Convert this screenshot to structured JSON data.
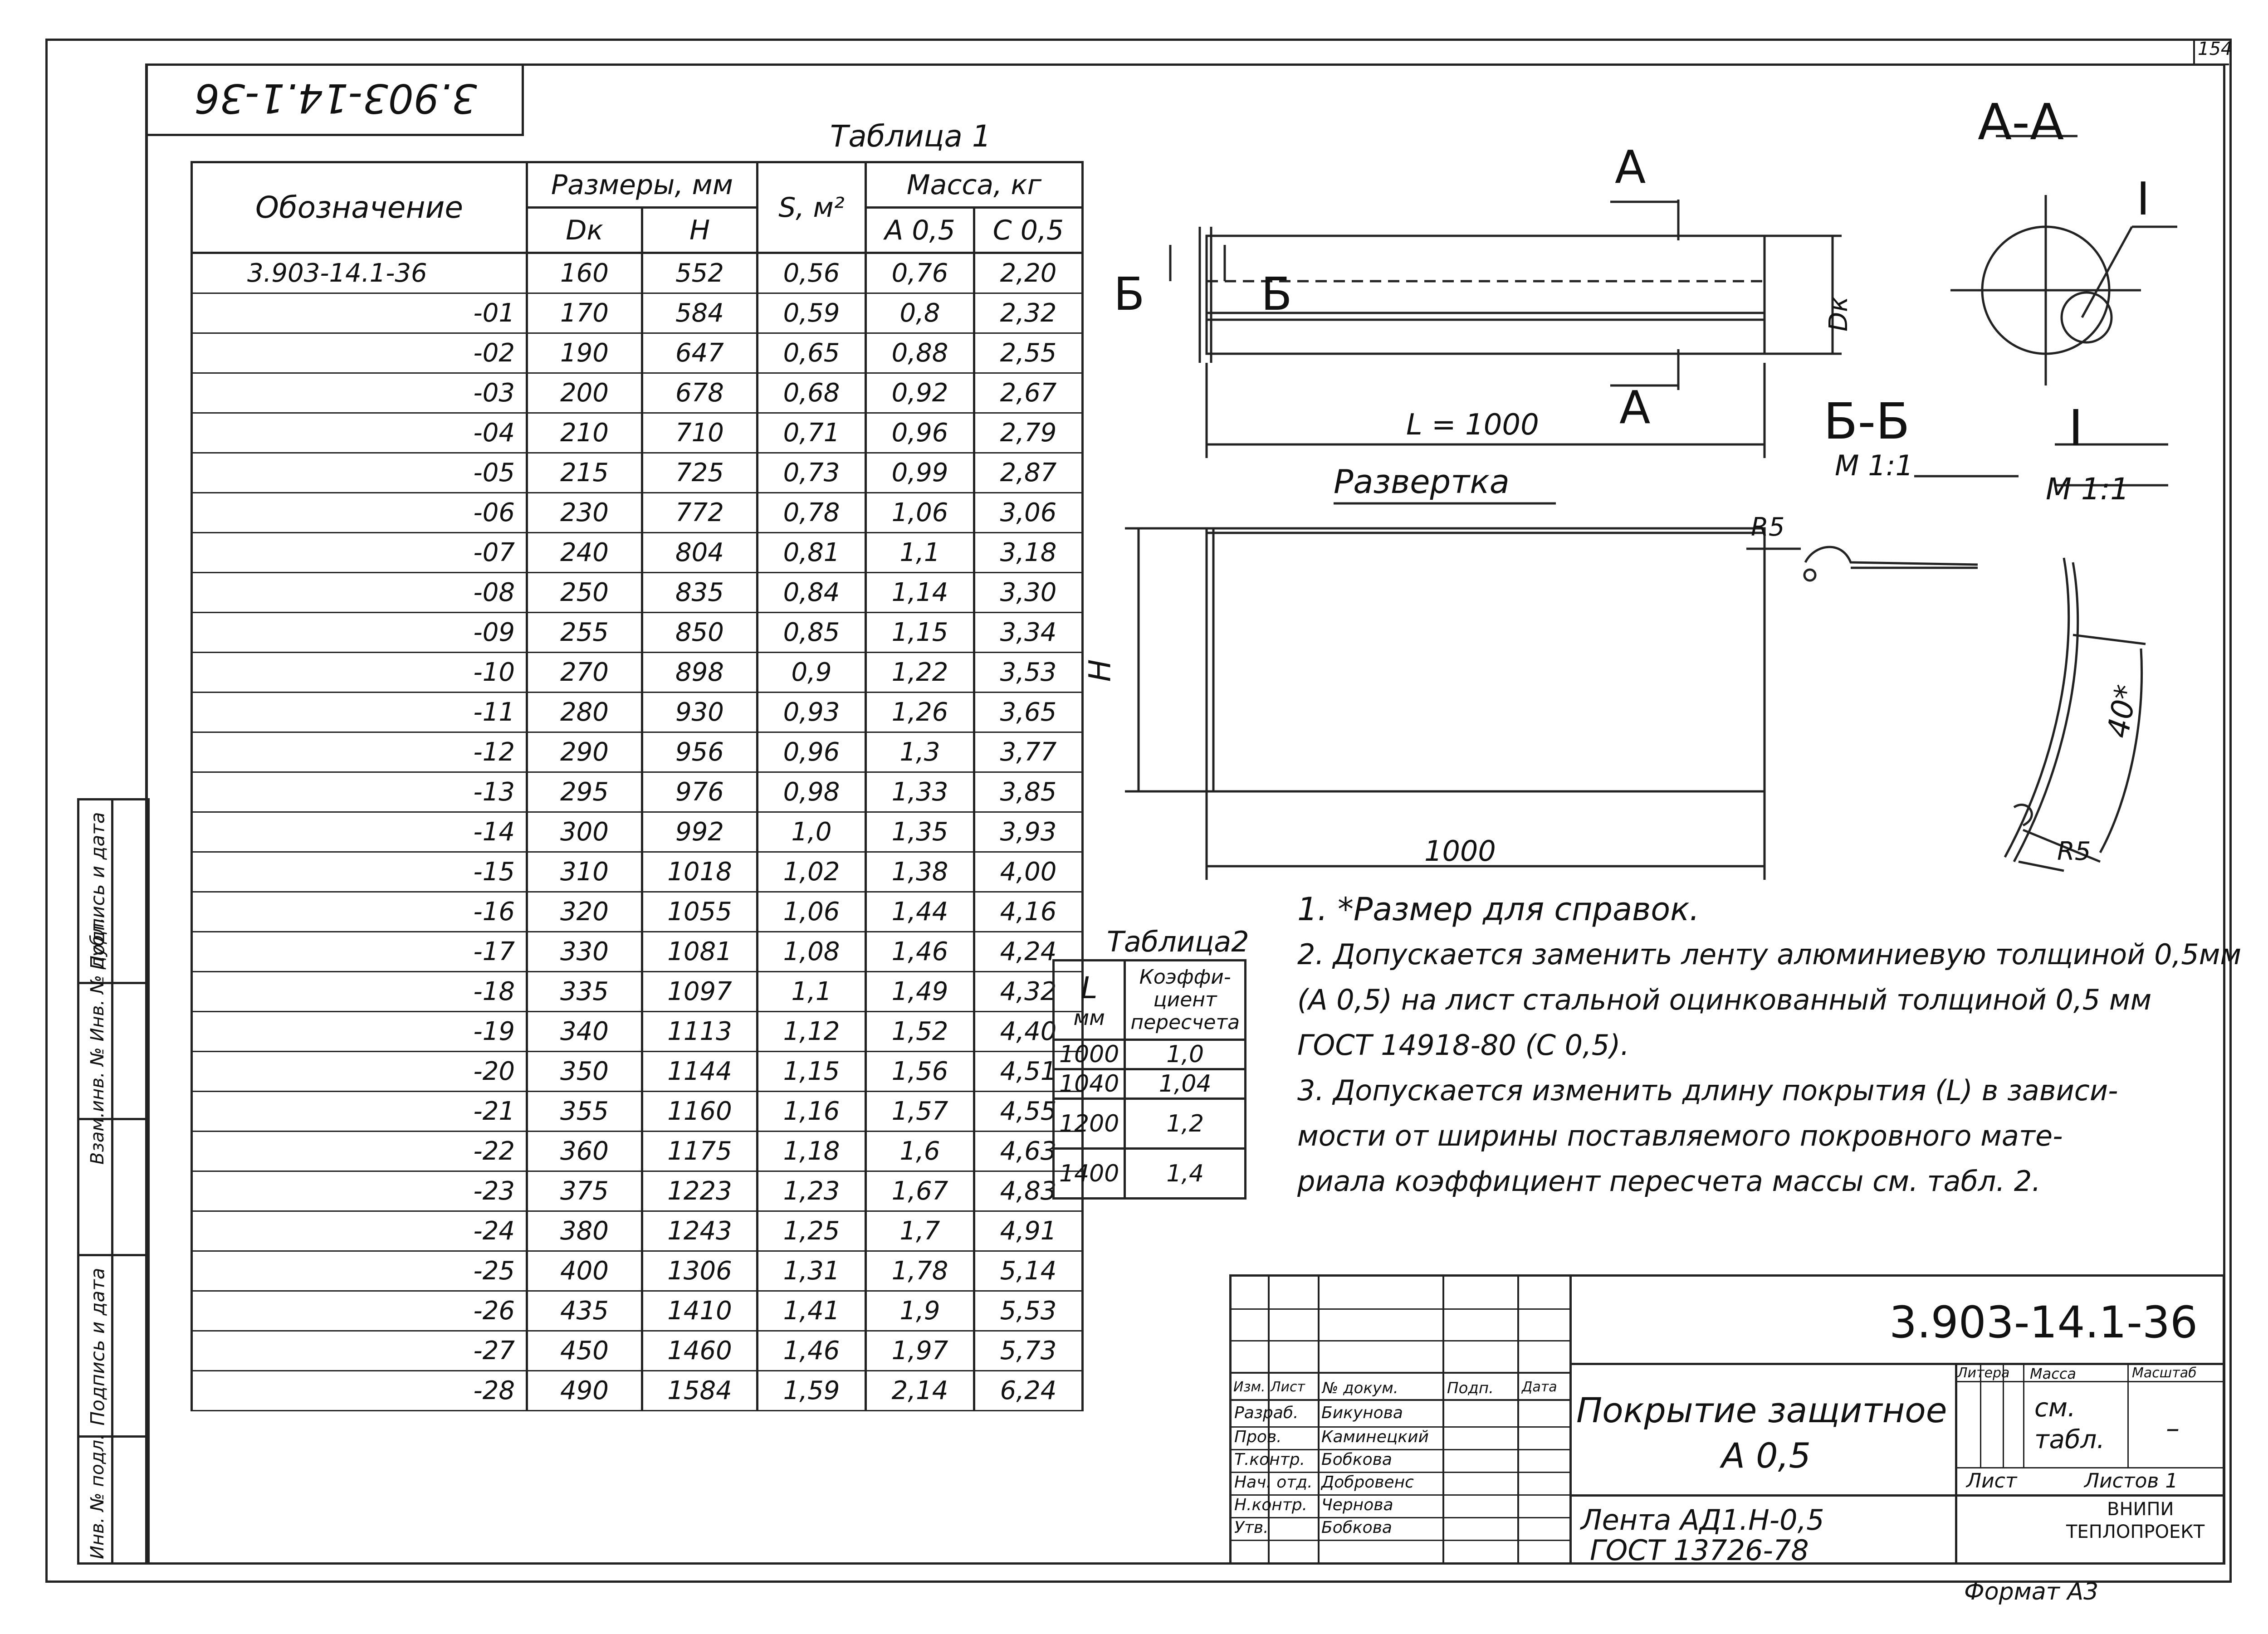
{
  "doc_code_rotated": "3.903-14.1-36",
  "sheet_number": "154",
  "table1": {
    "caption": "Таблица 1",
    "h_designation": "Обозначение",
    "h_dimensions": "Размеры, мм",
    "h_area": "S, м²",
    "h_mass": "Масса, кг",
    "h_dk": "Dк",
    "h_h": "H",
    "h_a05": "А 0,5",
    "h_c05": "С 0,5",
    "rows": [
      [
        "3.903-14.1-36",
        "160",
        "552",
        "0,56",
        "0,76",
        "2,20"
      ],
      [
        "-01",
        "170",
        "584",
        "0,59",
        "0,8",
        "2,32"
      ],
      [
        "-02",
        "190",
        "647",
        "0,65",
        "0,88",
        "2,55"
      ],
      [
        "-03",
        "200",
        "678",
        "0,68",
        "0,92",
        "2,67"
      ],
      [
        "-04",
        "210",
        "710",
        "0,71",
        "0,96",
        "2,79"
      ],
      [
        "-05",
        "215",
        "725",
        "0,73",
        "0,99",
        "2,87"
      ],
      [
        "-06",
        "230",
        "772",
        "0,78",
        "1,06",
        "3,06"
      ],
      [
        "-07",
        "240",
        "804",
        "0,81",
        "1,1",
        "3,18"
      ],
      [
        "-08",
        "250",
        "835",
        "0,84",
        "1,14",
        "3,30"
      ],
      [
        "-09",
        "255",
        "850",
        "0,85",
        "1,15",
        "3,34"
      ],
      [
        "-10",
        "270",
        "898",
        "0,9",
        "1,22",
        "3,53"
      ],
      [
        "-11",
        "280",
        "930",
        "0,93",
        "1,26",
        "3,65"
      ],
      [
        "-12",
        "290",
        "956",
        "0,96",
        "1,3",
        "3,77"
      ],
      [
        "-13",
        "295",
        "976",
        "0,98",
        "1,33",
        "3,85"
      ],
      [
        "-14",
        "300",
        "992",
        "1,0",
        "1,35",
        "3,93"
      ],
      [
        "-15",
        "310",
        "1018",
        "1,02",
        "1,38",
        "4,00"
      ],
      [
        "-16",
        "320",
        "1055",
        "1,06",
        "1,44",
        "4,16"
      ],
      [
        "-17",
        "330",
        "1081",
        "1,08",
        "1,46",
        "4,24"
      ],
      [
        "-18",
        "335",
        "1097",
        "1,1",
        "1,49",
        "4,32"
      ],
      [
        "-19",
        "340",
        "1113",
        "1,12",
        "1,52",
        "4,40"
      ],
      [
        "-20",
        "350",
        "1144",
        "1,15",
        "1,56",
        "4,51"
      ],
      [
        "-21",
        "355",
        "1160",
        "1,16",
        "1,57",
        "4,55"
      ],
      [
        "-22",
        "360",
        "1175",
        "1,18",
        "1,6",
        "4,63"
      ],
      [
        "-23",
        "375",
        "1223",
        "1,23",
        "1,67",
        "4,83"
      ],
      [
        "-24",
        "380",
        "1243",
        "1,25",
        "1,7",
        "4,91"
      ],
      [
        "-25",
        "400",
        "1306",
        "1,31",
        "1,78",
        "5,14"
      ],
      [
        "-26",
        "435",
        "1410",
        "1,41",
        "1,9",
        "5,53"
      ],
      [
        "-27",
        "450",
        "1460",
        "1,46",
        "1,97",
        "5,73"
      ],
      [
        "-28",
        "490",
        "1584",
        "1,59",
        "2,14",
        "6,24"
      ]
    ]
  },
  "table2": {
    "caption": "Таблица2",
    "h_l": "L",
    "h_mm": "мм",
    "h_coef": "Коэффи-циент пересчета",
    "rows": [
      [
        "1000",
        "1,0"
      ],
      [
        "1040",
        "1,04"
      ],
      [
        "1200",
        "1,2"
      ],
      [
        "1400",
        "1,4"
      ]
    ]
  },
  "drawing": {
    "sec_aa_title": "А-А",
    "sec_bb_title": "Б-Б",
    "detail_title": "I",
    "scale_bb": "М 1:1",
    "scale_detail": "М 1:1",
    "label_a": "А",
    "label_b": "Б",
    "label_dk": "Dк",
    "label_l": "L = 1000",
    "razvertka": "Развертка",
    "label_h": "H",
    "dim_1000": "1000",
    "r5_top": "R5",
    "r5_bottom": "R5",
    "dim_40": "40*",
    "roman_i": "I"
  },
  "notes": [
    "1. *Размер для справок.",
    "2. Допускается заменить ленту алюминиевую толщиной 0,5мм",
    "(А 0,5) на лист стальной оцинкованный толщиной 0,5 мм",
    "ГОСТ 14918-80 (С 0,5).",
    "3. Допускается изменить длину покрытия (L) в зависи-",
    "мости от ширины поставляемого покровного мате-",
    "риала коэффициент пересчета массы см. табл. 2."
  ],
  "stamp": {
    "code": "3.903-14.1-36",
    "title_line1": "Покрытие защитное",
    "title_line2": "А 0,5",
    "material_line1": "Лента АД1.Н-0,5",
    "material_line2": "ГОСТ 13726-78",
    "h_izm": "Изм.",
    "h_list": "Лист",
    "h_ndoc": "№ докум.",
    "h_podp": "Подп.",
    "h_data": "Дата",
    "roles": [
      "Разраб.",
      "Пров.",
      "Т.контр.",
      "Нач. отд.",
      "Н.контр.",
      "Утв."
    ],
    "names": [
      "Бикунова",
      "Каминецкий",
      "Бобкова",
      "Добровенс",
      "Чернова",
      "Бобкова"
    ],
    "h_litera": "Литера",
    "h_massa": "Масса",
    "h_masshtab": "Масштаб",
    "massa_value": "см. табл.",
    "masshtab_value": "–",
    "h_sheet": "Лист",
    "h_sheets": "Листов 1",
    "org_line1": "ВНИПИ",
    "org_line2": "ТЕПЛОПРОЕКТ",
    "format": "Формат А3"
  },
  "side_labels": {
    "inv_podl": "Инв. № подл.",
    "podp_data1": "Подпись и дата",
    "vzam_inv": "Взам.инв. № Инв. № дубл.",
    "podp_data2": "Подпись и дата"
  }
}
